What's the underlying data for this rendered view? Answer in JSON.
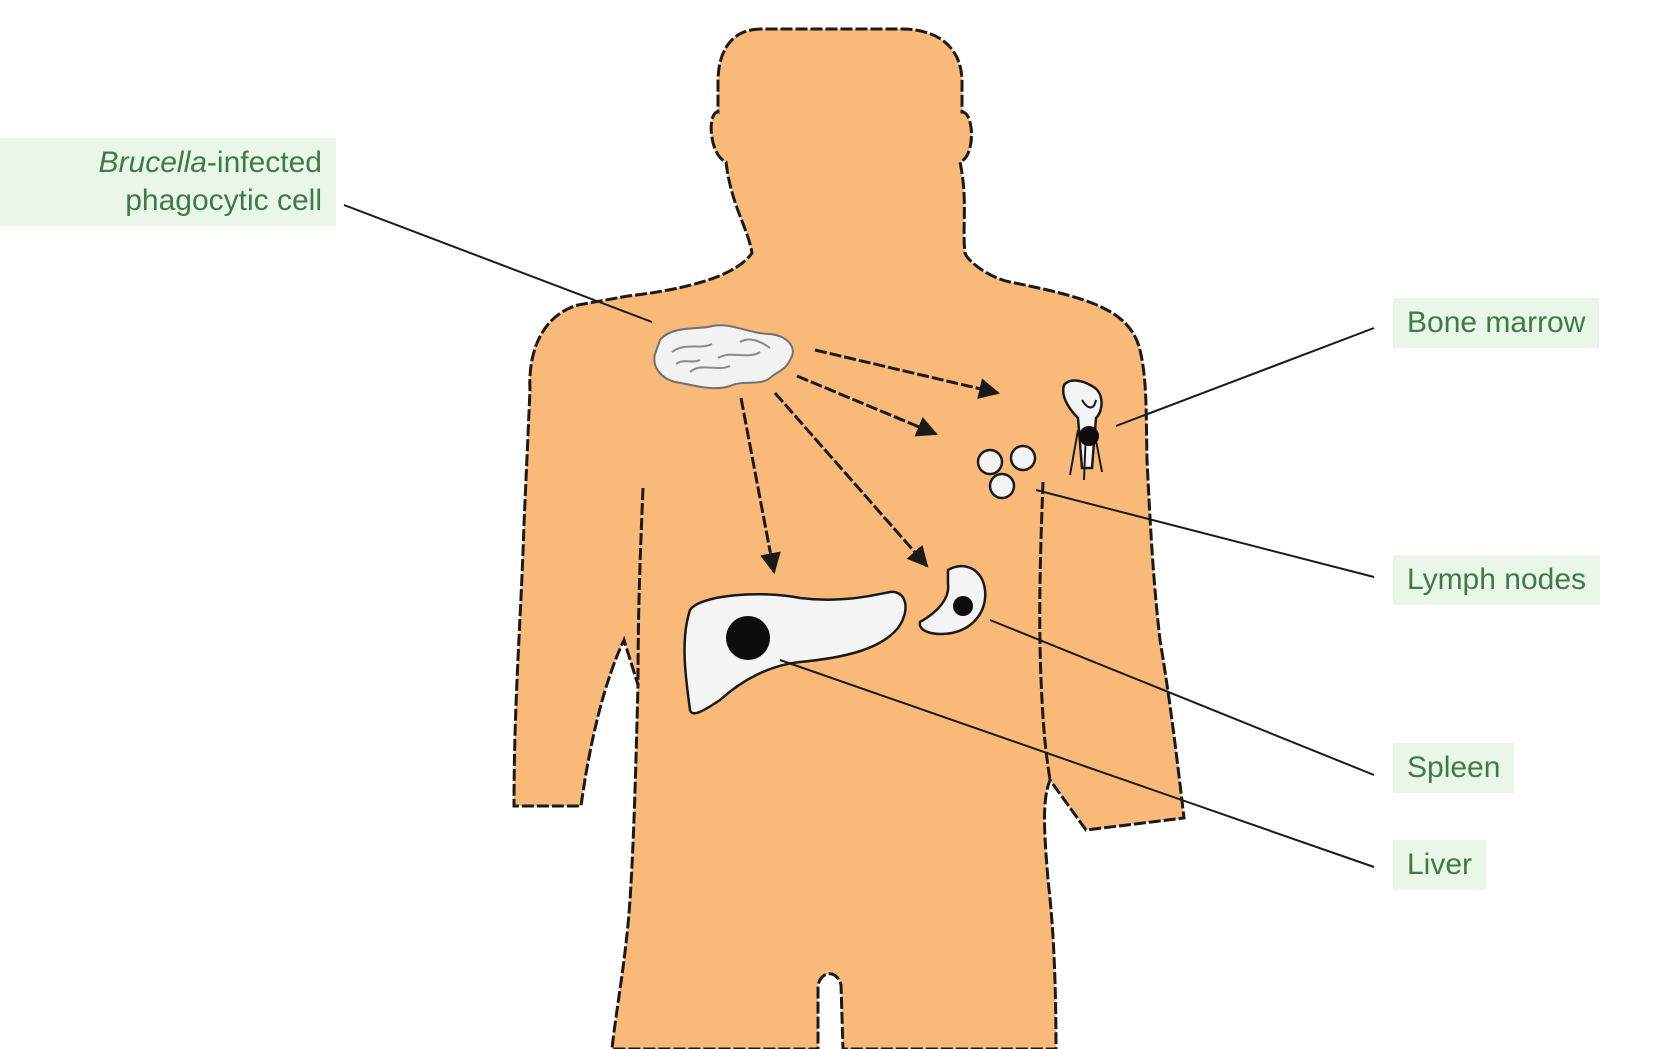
{
  "labels": {
    "brucella_italic": "Brucella",
    "brucella_rest": "-infected",
    "phagocytic": "phagocytic cell",
    "bone_marrow": "Bone marrow",
    "lymph_nodes": "Lymph nodes",
    "spleen": "Spleen",
    "liver": "Liver"
  },
  "colors": {
    "body_fill": "#f9b978",
    "outline": "#1a1a1a",
    "organ_fill": "#f4f4f4",
    "label_bg": "#eaf6e8",
    "label_text": "#3f7a4a"
  }
}
